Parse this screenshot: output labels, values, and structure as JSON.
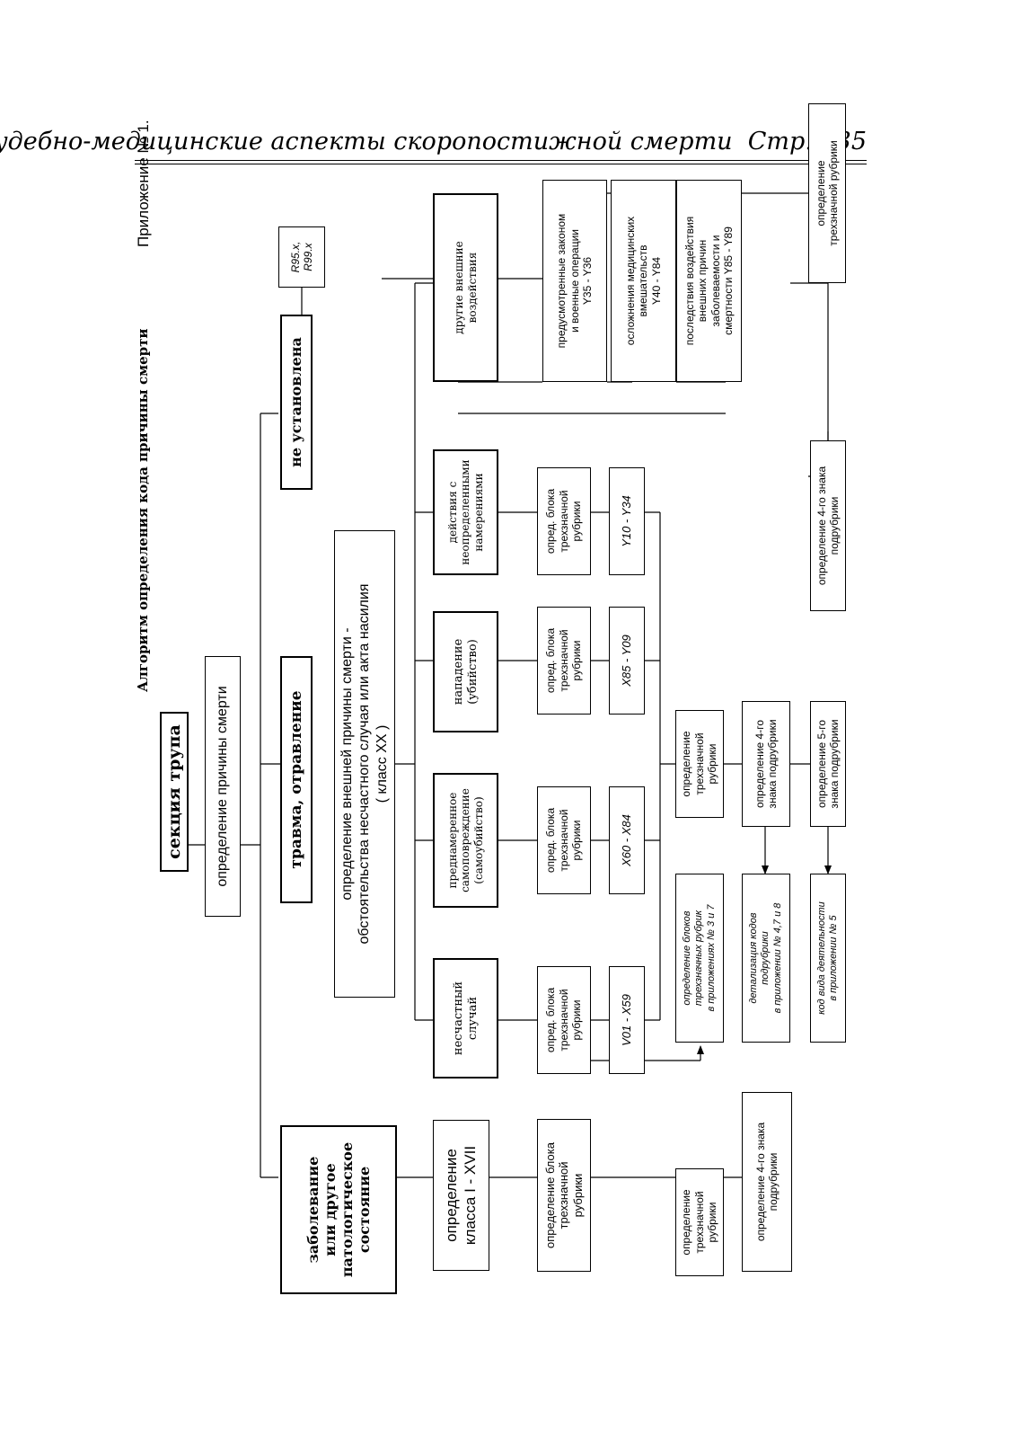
{
  "header": {
    "running_title": "Судебно-медицинские аспекты скоропостижной смерти",
    "page": "Стр. 135"
  },
  "appendix_label": "Приложение № 1.",
  "diagram_title": "Алгоритм определения кода причины смерти",
  "nodes": {
    "autopsy": "секция трупа",
    "determine_cause": "определение причины смерти",
    "disease": "заболевание\nили другое\nпатологическое\nсостояние",
    "trauma": "травма,  отравление",
    "not_established": "не установлена",
    "r_codes": "R95.x,\nR99.x",
    "class_def": "определение\nкласса I - XVII",
    "ext_cause": "определение внешней причины смерти -\nобстоятельства несчастного случая или акта насилия\n( класс XX )",
    "d_block": "определение блока\nтрехзначной\nрубрики",
    "d_three": "определение\nтрехзначной\nрубрики",
    "d_fourth": "определение  4-го знака\nподрубрики",
    "accident": "несчастный\nслучай",
    "self_harm": "преднамеренное\nсамоповреждение\n(самоубийство)",
    "assault": "нападение\n(убийство)",
    "undetermined": "действия с\nнеопределенными\nнамерениями",
    "other_ext": "другие внешние\nвоздействия",
    "blk1": "опред. блока\nтрехзначной\nрубрики",
    "blk2": "опред. блока\nтрехзначной\nрубрики",
    "blk3": "опред. блока\nтрехзначной\nрубрики",
    "blk4": "опред. блока\nтрехзначной\nрубрики",
    "code1": "V01 - X59",
    "code2": "X60 - X84",
    "code3": "X85 - Y09",
    "code4": "Y10 - Y34",
    "legal": "предусмотренные законом\nи военные операции\nY35 - Y36",
    "medical": "осложнения медицинских\nвмешательств\nY40 - Y84",
    "sequelae": "последствия воздействия\nвнешних причин\nзаболеваемости и\nсмертности Y85 - Y89",
    "x_three": "определение\nтрехзначной\nрубрики",
    "x_fourth": "определение  4-го\nзнака подрубрики",
    "x_fifth": "определение  5-го\nзнака подрубрики",
    "u_fourth": "определение  4-го знака\nподрубрики",
    "o_three": "определение\nтрехзначной рубрики",
    "note1": "определение блоков\nтрехзначных рубрик\nв приложениях № 3 и 7",
    "note2": "детализация кодов\nподрубрики\nв приложении № 4,7 и 8",
    "note3": "код вида деятельности\nв приложении № 5"
  }
}
